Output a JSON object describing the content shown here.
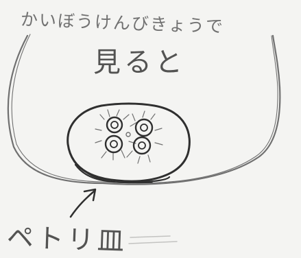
{
  "captions": {
    "top": "かいぼうけんびきょうで",
    "middle": "見ると",
    "bottom": "ペトリ皿"
  },
  "drawing": {
    "subjects": [
      "magnifier-view-icon",
      "petri-dish-icon",
      "egg-cluster-icon",
      "pointer-arrow-icon"
    ],
    "colors": {
      "paper": "#f4f4f2",
      "pencil": "#2f2f2f",
      "light_pencil": "#707070"
    }
  }
}
